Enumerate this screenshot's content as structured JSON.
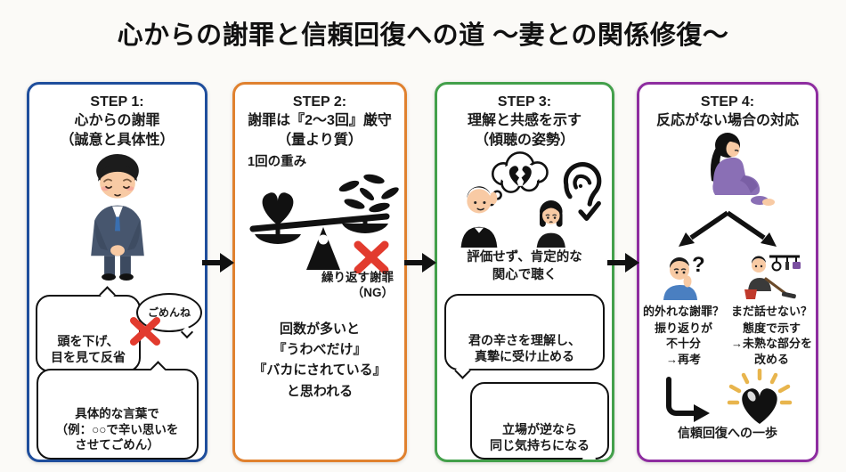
{
  "title": "心からの謝罪と信頼回復への道 〜妻との関係修復〜",
  "colors": {
    "step1_border": "#1f4e9c",
    "step2_border": "#e0812f",
    "step3_border": "#43a04b",
    "step4_border": "#8e2da0",
    "x_mark": "#e23b2e",
    "arrow_black": "#111111",
    "sparkle_yellow": "#e8b54d",
    "heart_black": "#111111"
  },
  "step1": {
    "header": "STEP 1:\n心からの謝罪\n（誠意と具体性）",
    "bubble_bow": "頭を下げ、\n目を見て反省",
    "bubble_gomen": "ごめんね",
    "bubble_concrete": "具体的な言葉で\n（例：○○で辛い思いを\nさせてごめん）"
  },
  "step2": {
    "header": "STEP 2:\n謝罪は『2〜3回』厳守\n（量より質）",
    "weight_label": "1回の重み",
    "ng_label": "繰り返す謝罪\n（NG）",
    "body": "回数が多いと\n『うわべだけ』\n『バカにされている』\nと思われる"
  },
  "step3": {
    "header": "STEP 3:\n理解と共感を示す\n（傾聴の姿勢）",
    "lead": "評価せず、肯定的な\n関心で聴く",
    "bubble1": "君の辛さを理解し、\n真摯に受け止める",
    "bubble2": "立場が逆なら\n同じ気持ちになる"
  },
  "step4": {
    "header": "STEP 4:\n反応がない場合の対応",
    "left_question_mark": "?",
    "left_label": "的外れな謝罪？",
    "left_body": "振り返りが\n不十分\n→再考",
    "right_label": "まだ話せない？",
    "right_body": "態度で示す\n→未熟な部分を\n改める",
    "caption": "信頼回復への一歩"
  }
}
